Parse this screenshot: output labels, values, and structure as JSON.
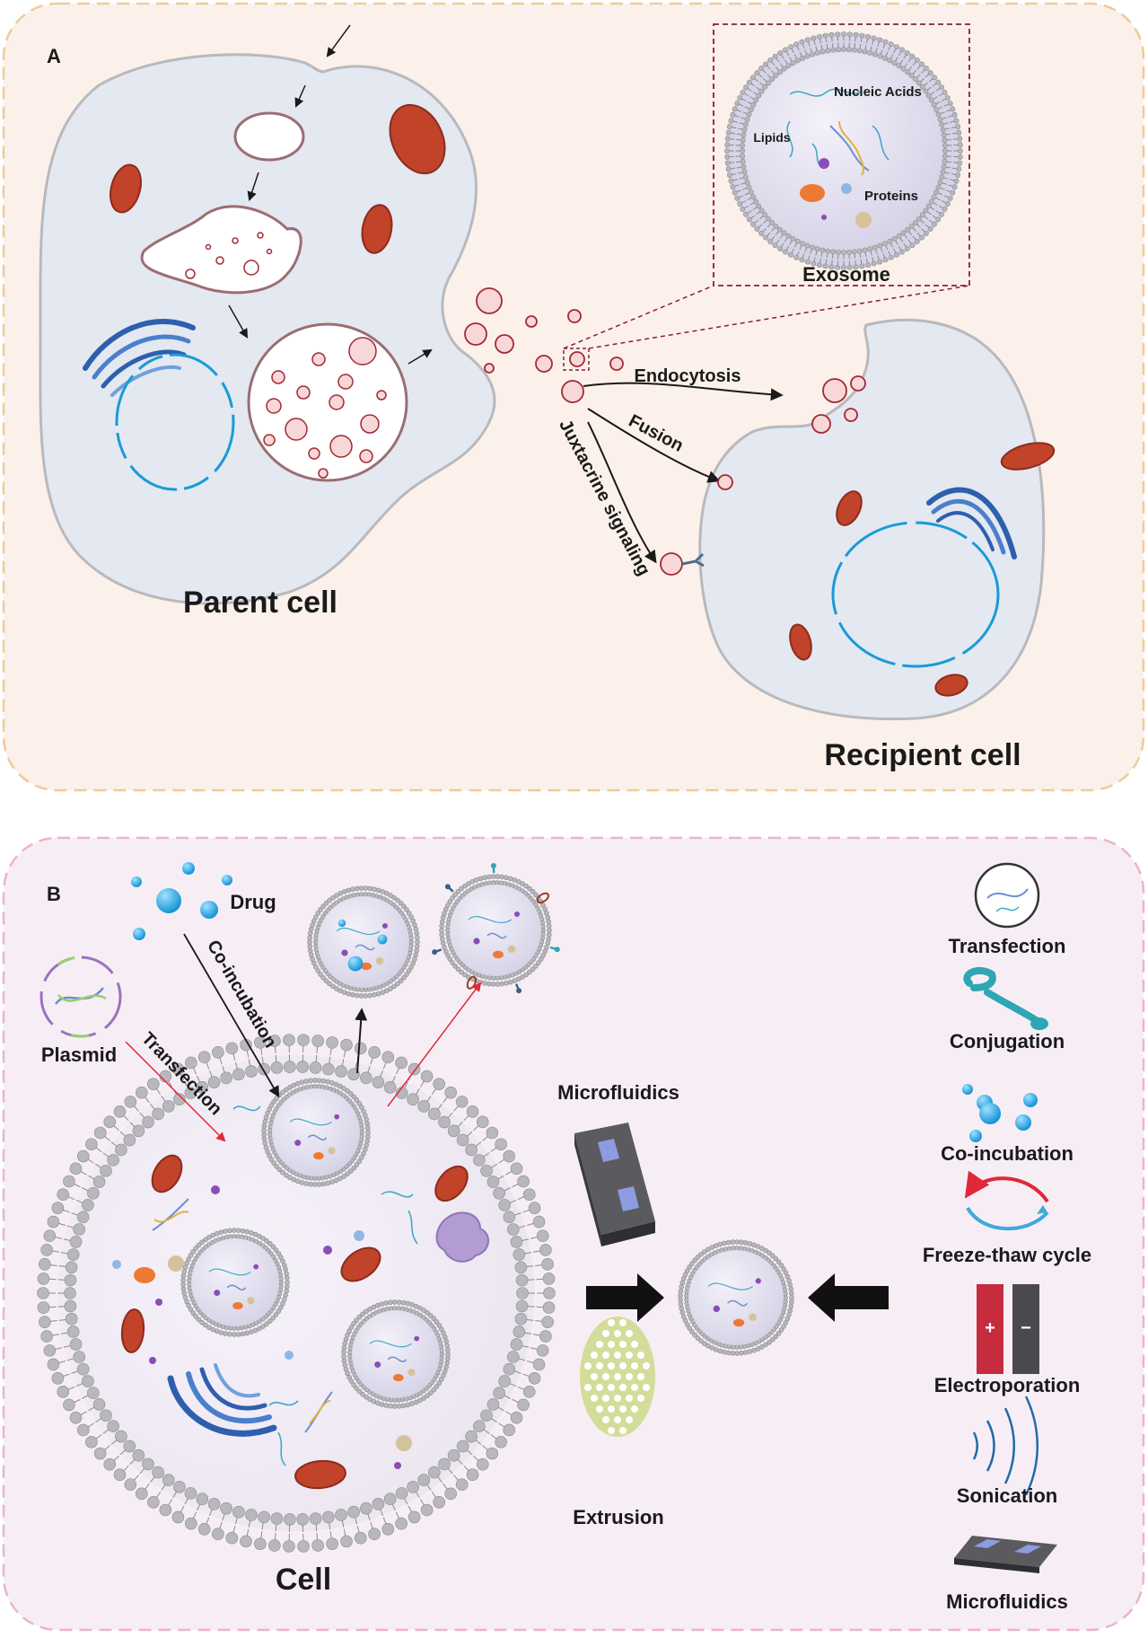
{
  "panel_a": {
    "letter": "A",
    "parent_cell_label": "Parent cell",
    "recipient_cell_label": "Recipient cell",
    "exosome_title": "Exosome",
    "exosome_components": {
      "nucleic_acids": "Nucleic Acids",
      "lipids": "Lipids",
      "proteins": "Proteins"
    },
    "uptake_routes": {
      "endocytosis": "Endocytosis",
      "fusion": "Fusion",
      "juxtacrine": "Juxtacrine signaling"
    }
  },
  "panel_b": {
    "letter": "B",
    "cell_label": "Cell",
    "drug_label": "Drug",
    "plasmid_label": "Plasmid",
    "arrow_coincubation": "Co-incubation",
    "arrow_transfection": "Transfection",
    "microfluidics_label": "Microfluidics",
    "extrusion_label": "Extrusion",
    "methods": [
      {
        "label": "Transfection",
        "icon": "plasmid-circle-icon"
      },
      {
        "label": "Conjugation",
        "icon": "conjugation-linker-icon"
      },
      {
        "label": "Co-incubation",
        "icon": "drug-droplets-icon"
      },
      {
        "label": "Freeze-thaw cycle",
        "icon": "cycle-arrows-icon"
      },
      {
        "label": "Electroporation",
        "icon": "electrodes-icon"
      },
      {
        "label": "Sonication",
        "icon": "sound-waves-icon"
      },
      {
        "label": "Microfluidics",
        "icon": "microfluidic-chip-icon"
      }
    ],
    "electrode_signs": {
      "plus": "+",
      "minus": "−"
    }
  },
  "colors": {
    "panel_a_bg": "#fbf1ea",
    "panel_a_border": "#f3c99a",
    "panel_b_bg": "#f7eef5",
    "panel_b_border": "#ecb3cd",
    "cytoplasm": "#e6ebf3",
    "vesicle_fill": "#f7d7d8",
    "vesicle_stroke": "#a32a33",
    "mitochondria": "#c0432a",
    "golgi": "#2e5fae",
    "nucleus": "#1a9ad6"
  }
}
